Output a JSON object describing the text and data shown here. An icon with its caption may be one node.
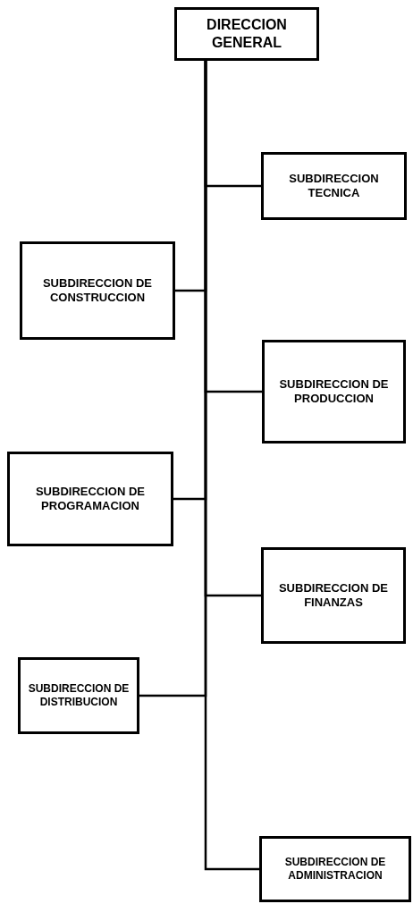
{
  "diagram": {
    "nodes": [
      {
        "text": [
          "DIRECCION GENERAL"
        ]
      },
      {
        "text": [
          "SUBDIRECCION TECNICA"
        ]
      },
      {
        "text": [
          "SUBDIRECCION DE CONSTRUCCION"
        ]
      },
      {
        "text": [
          "SUBDIRECCION DE PRODUCCION"
        ]
      },
      {
        "text": [
          "SUBDIRECCION DE PROGRAMACION"
        ]
      },
      {
        "text": [
          "SUBDIRECCION DE FINANZAS"
        ]
      },
      {
        "text": [
          "SUBDIRECCION DE DISTRIBUCION"
        ]
      },
      {
        "text": [
          "SUBDIRECCION DE ADMINISTRACION"
        ]
      }
    ],
    "edges": [
      {
        "from": 0,
        "to": 1,
        "arrow": "none"
      },
      {
        "from": 0,
        "to": 2,
        "arrow": "none"
      },
      {
        "from": 0,
        "to": 3,
        "arrow": "none"
      },
      {
        "from": 0,
        "to": 4,
        "arrow": "none"
      },
      {
        "from": 0,
        "to": 5,
        "arrow": "none"
      },
      {
        "from": 0,
        "to": 6,
        "arrow": "none"
      },
      {
        "from": 0,
        "to": 7,
        "arrow": "none"
      }
    ]
  }
}
